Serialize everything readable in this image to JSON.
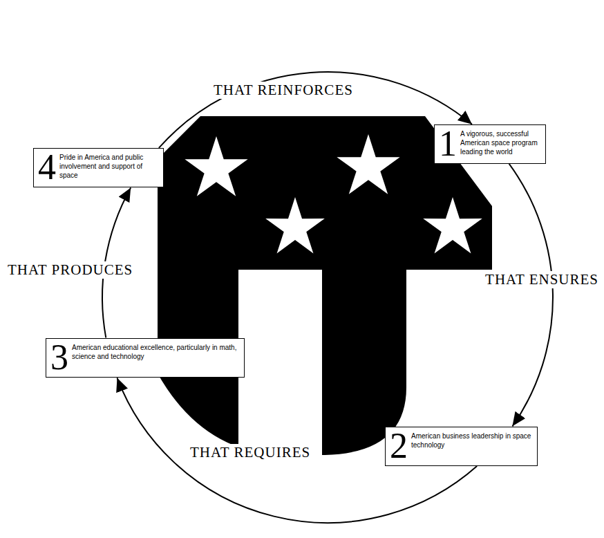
{
  "diagram": {
    "nodes": [
      {
        "text": [
          "1",
          "A vigorous, successful American space program leading the world"
        ]
      },
      {
        "text": [
          "2",
          "American business leadership in space technology"
        ]
      },
      {
        "text": [
          "3",
          "American educational excellence, particularly in math, science and technology"
        ]
      },
      {
        "text": [
          "4",
          "Pride in America and public involvement and support of space"
        ]
      }
    ],
    "edges": [
      {
        "from": 0,
        "to": 1,
        "label": "THAT ENSURES",
        "arrow": "to"
      },
      {
        "from": 1,
        "to": 2,
        "label": "THAT REQUIRES",
        "arrow": "to"
      },
      {
        "from": 2,
        "to": 3,
        "label": "THAT PRODUCES",
        "arrow": "to"
      },
      {
        "from": 3,
        "to": 0,
        "label": "THAT REINFORCES",
        "arrow": "to"
      }
    ]
  }
}
